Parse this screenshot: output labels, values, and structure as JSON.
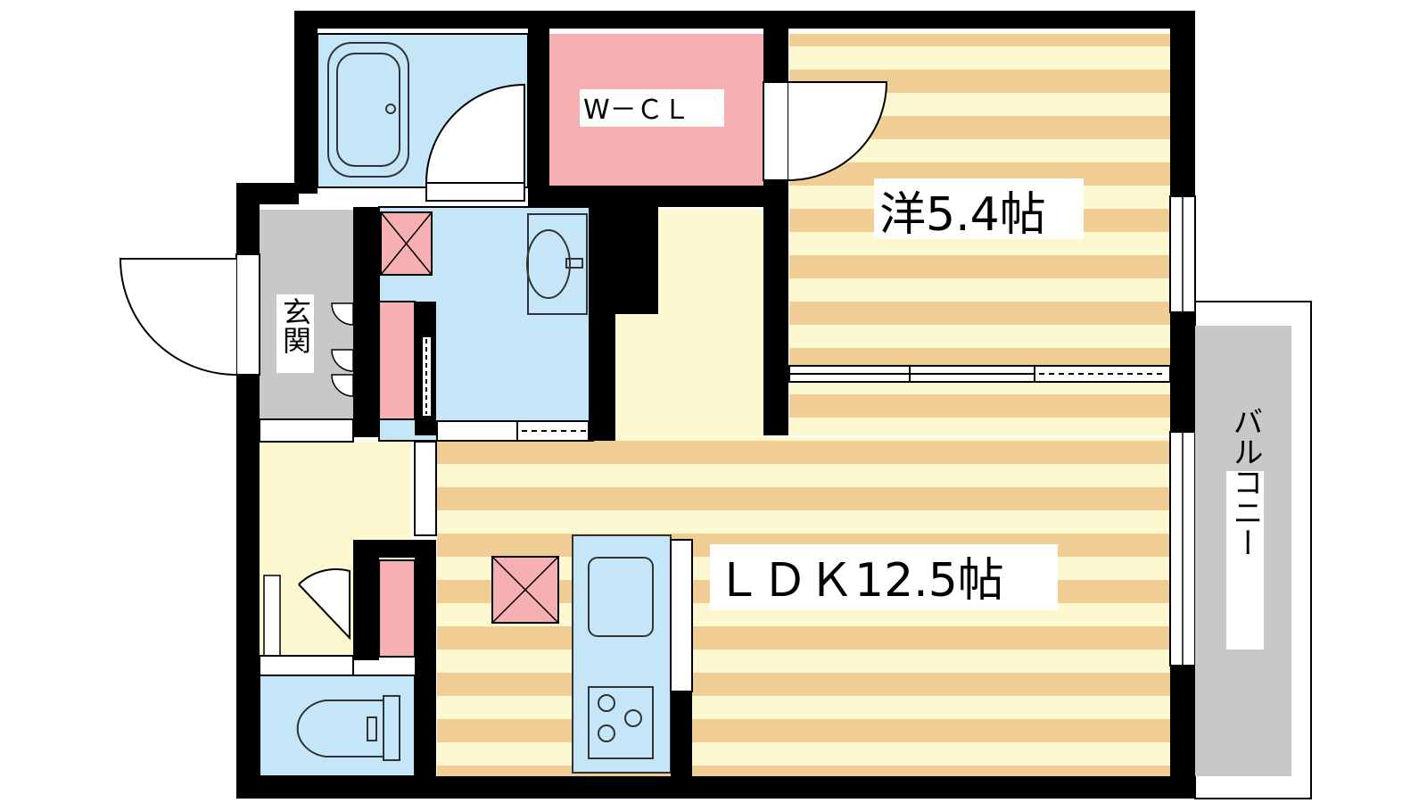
{
  "floorplan": {
    "rooms": {
      "western_room": {
        "label": "洋5.4帖"
      },
      "ldk": {
        "label": "ＬＤＫ12.5帖"
      },
      "walk_in_closet": {
        "label": "W－ＣＬ"
      },
      "entrance": {
        "label": "玄関"
      },
      "balcony": {
        "label": "バルコニー"
      }
    },
    "colors": {
      "floor_light": "#fdf8d0",
      "floor_stripe": "#f0cd95",
      "wet_area": "#c5e6f8",
      "closet": "#f6b0b3",
      "entrance": "#c8c8c8",
      "balcony": "#c8c8c8",
      "wall": "#000000"
    }
  }
}
